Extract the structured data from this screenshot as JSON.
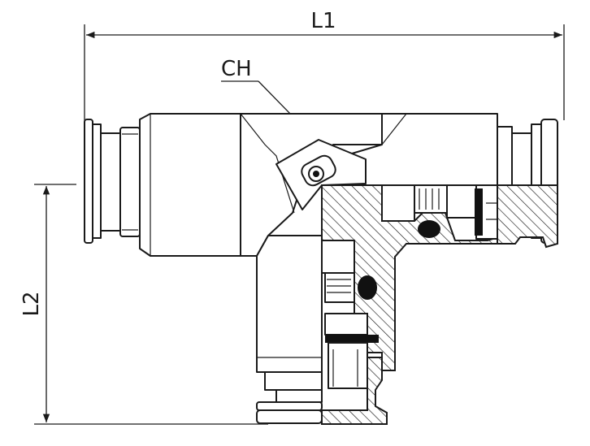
{
  "drawing": {
    "dimension_l1": "L1",
    "dimension_l2": "L2",
    "callout_ch": "CH"
  },
  "colors": {
    "line": "#1a1a1a",
    "background": "#ffffff"
  }
}
